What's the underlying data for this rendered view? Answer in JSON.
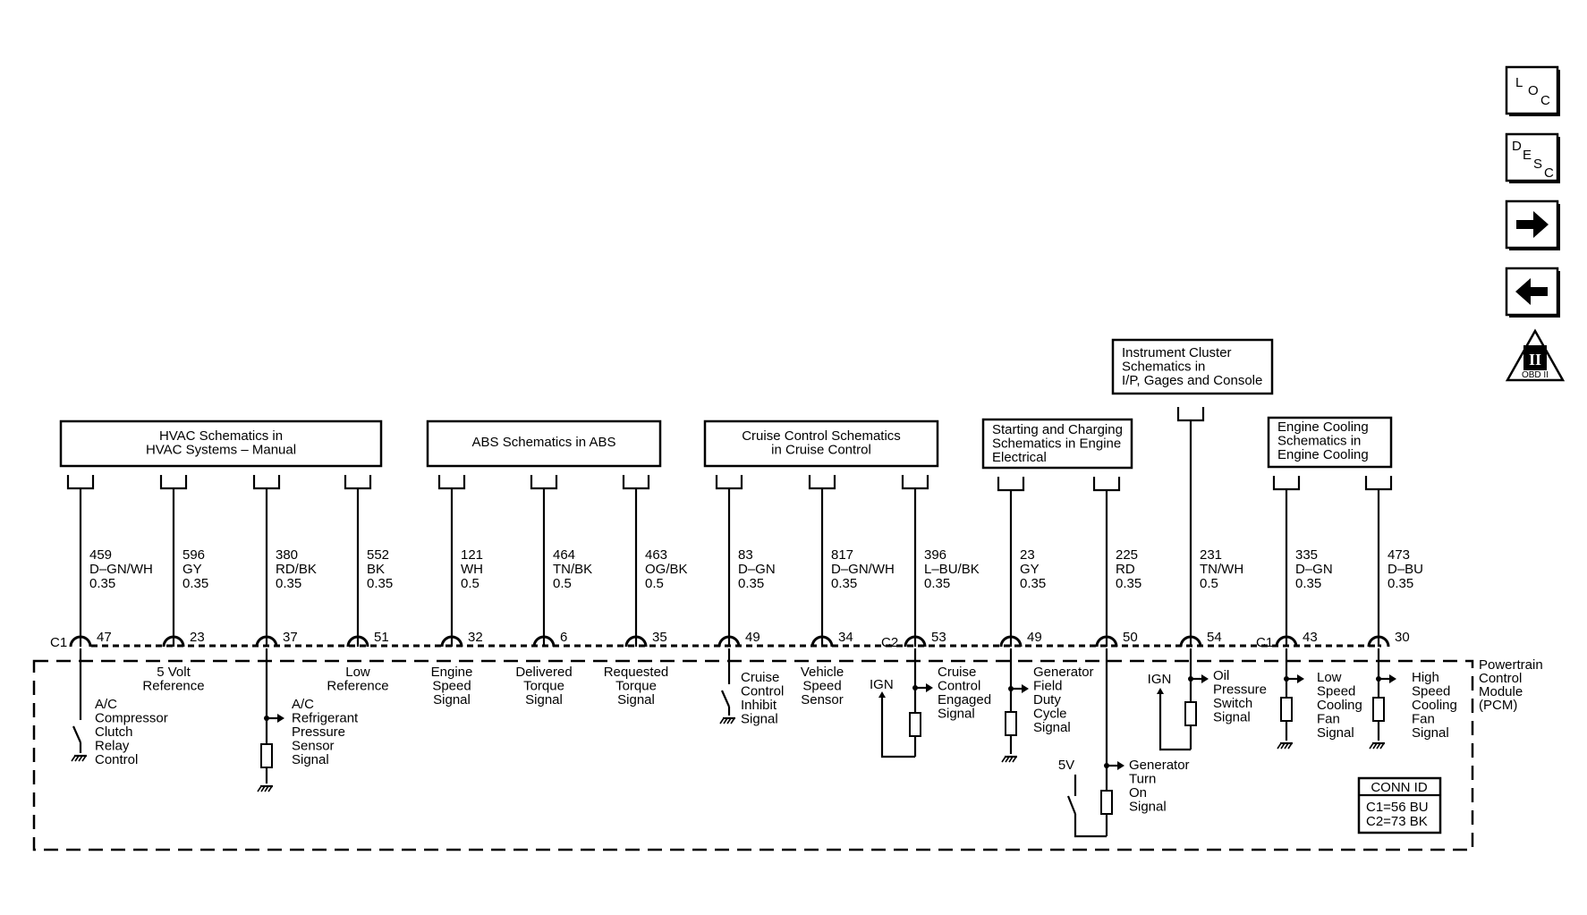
{
  "nav": {
    "loc": {
      "main": "L",
      "sub": "O",
      "sub2": "C"
    },
    "desc": {
      "main": "D",
      "sub": "E",
      "sub2": "S",
      "sub3": "C"
    },
    "next_icon": "arrow-right-icon",
    "prev_icon": "arrow-left-icon",
    "obd": {
      "numeral": "II",
      "label": "OBD II"
    }
  },
  "schematic_refs": [
    {
      "lines": [
        "HVAC Schematics in",
        "HVAC Systems – Manual"
      ]
    },
    {
      "lines": [
        "ABS Schematics in ABS"
      ]
    },
    {
      "lines": [
        "Cruise Control Schematics",
        "in Cruise Control"
      ]
    },
    {
      "lines": [
        "Starting and Charging",
        "Schematics in Engine",
        "Electrical"
      ]
    },
    {
      "lines": [
        "Instrument Cluster",
        "Schematics in",
        "I/P, Gages and Console"
      ]
    },
    {
      "lines": [
        "Engine Cooling",
        "Schematics in",
        "Engine Cooling"
      ]
    }
  ],
  "circuits": [
    {
      "circuit": "459",
      "color": "D–GN/WH",
      "gauge": "0.35",
      "pin": "47",
      "label": [
        "A/C",
        "Compressor",
        "Clutch",
        "Relay",
        "Control"
      ]
    },
    {
      "circuit": "596",
      "color": "GY",
      "gauge": "0.35",
      "pin": "23",
      "label": [
        "5 Volt",
        "Reference"
      ]
    },
    {
      "circuit": "380",
      "color": "RD/BK",
      "gauge": "0.35",
      "pin": "37",
      "label": [
        "A/C",
        "Refrigerant",
        "Pressure",
        "Sensor",
        "Signal"
      ]
    },
    {
      "circuit": "552",
      "color": "BK",
      "gauge": "0.35",
      "pin": "51",
      "label": [
        "Low",
        "Reference"
      ]
    },
    {
      "circuit": "121",
      "color": "WH",
      "gauge": "0.5",
      "pin": "32",
      "label": [
        "Engine",
        "Speed",
        "Signal"
      ]
    },
    {
      "circuit": "464",
      "color": "TN/BK",
      "gauge": "0.5",
      "pin": "6",
      "label": [
        "Delivered",
        "Torque",
        "Signal"
      ]
    },
    {
      "circuit": "463",
      "color": "OG/BK",
      "gauge": "0.5",
      "pin": "35",
      "label": [
        "Requested",
        "Torque",
        "Signal"
      ]
    },
    {
      "circuit": "83",
      "color": "D–GN",
      "gauge": "0.35",
      "pin": "49",
      "label": [
        "Cruise",
        "Control",
        "Inhibit",
        "Signal"
      ]
    },
    {
      "circuit": "817",
      "color": "D–GN/WH",
      "gauge": "0.35",
      "pin": "34",
      "label": [
        "Vehicle",
        "Speed",
        "Sensor"
      ]
    },
    {
      "circuit": "396",
      "color": "L–BU/BK",
      "gauge": "0.35",
      "pin": "53",
      "label": [
        "Cruise",
        "Control",
        "Engaged",
        "Signal"
      ]
    },
    {
      "circuit": "23",
      "color": "GY",
      "gauge": "0.35",
      "pin": "49",
      "label": [
        "Generator",
        "Field",
        "Duty",
        "Cycle",
        "Signal"
      ]
    },
    {
      "circuit": "225",
      "color": "RD",
      "gauge": "0.35",
      "pin": "50",
      "label": [
        "Generator",
        "Turn",
        "On",
        "Signal"
      ]
    },
    {
      "circuit": "231",
      "color": "TN/WH",
      "gauge": "0.5",
      "pin": "54",
      "label": [
        "Oil",
        "Pressure",
        "Switch",
        "Signal"
      ]
    },
    {
      "circuit": "335",
      "color": "D–GN",
      "gauge": "0.35",
      "pin": "43",
      "label": [
        "Low",
        "Speed",
        "Cooling",
        "Fan",
        "Signal"
      ]
    },
    {
      "circuit": "473",
      "color": "D–BU",
      "gauge": "0.35",
      "pin": "30",
      "label": [
        "High",
        "Speed",
        "Cooling",
        "Fan",
        "Signal"
      ]
    }
  ],
  "connectors": {
    "c1": "C1",
    "c2": "C2",
    "c1b": "C1"
  },
  "supply": {
    "ign": "IGN",
    "five_v": "5V"
  },
  "module": {
    "lines": [
      "Powertrain",
      "Control",
      "Module",
      "(PCM)"
    ]
  },
  "conn_id": {
    "title": "CONN ID",
    "lines": [
      "C1=56 BU",
      "C2=73 BK"
    ]
  }
}
